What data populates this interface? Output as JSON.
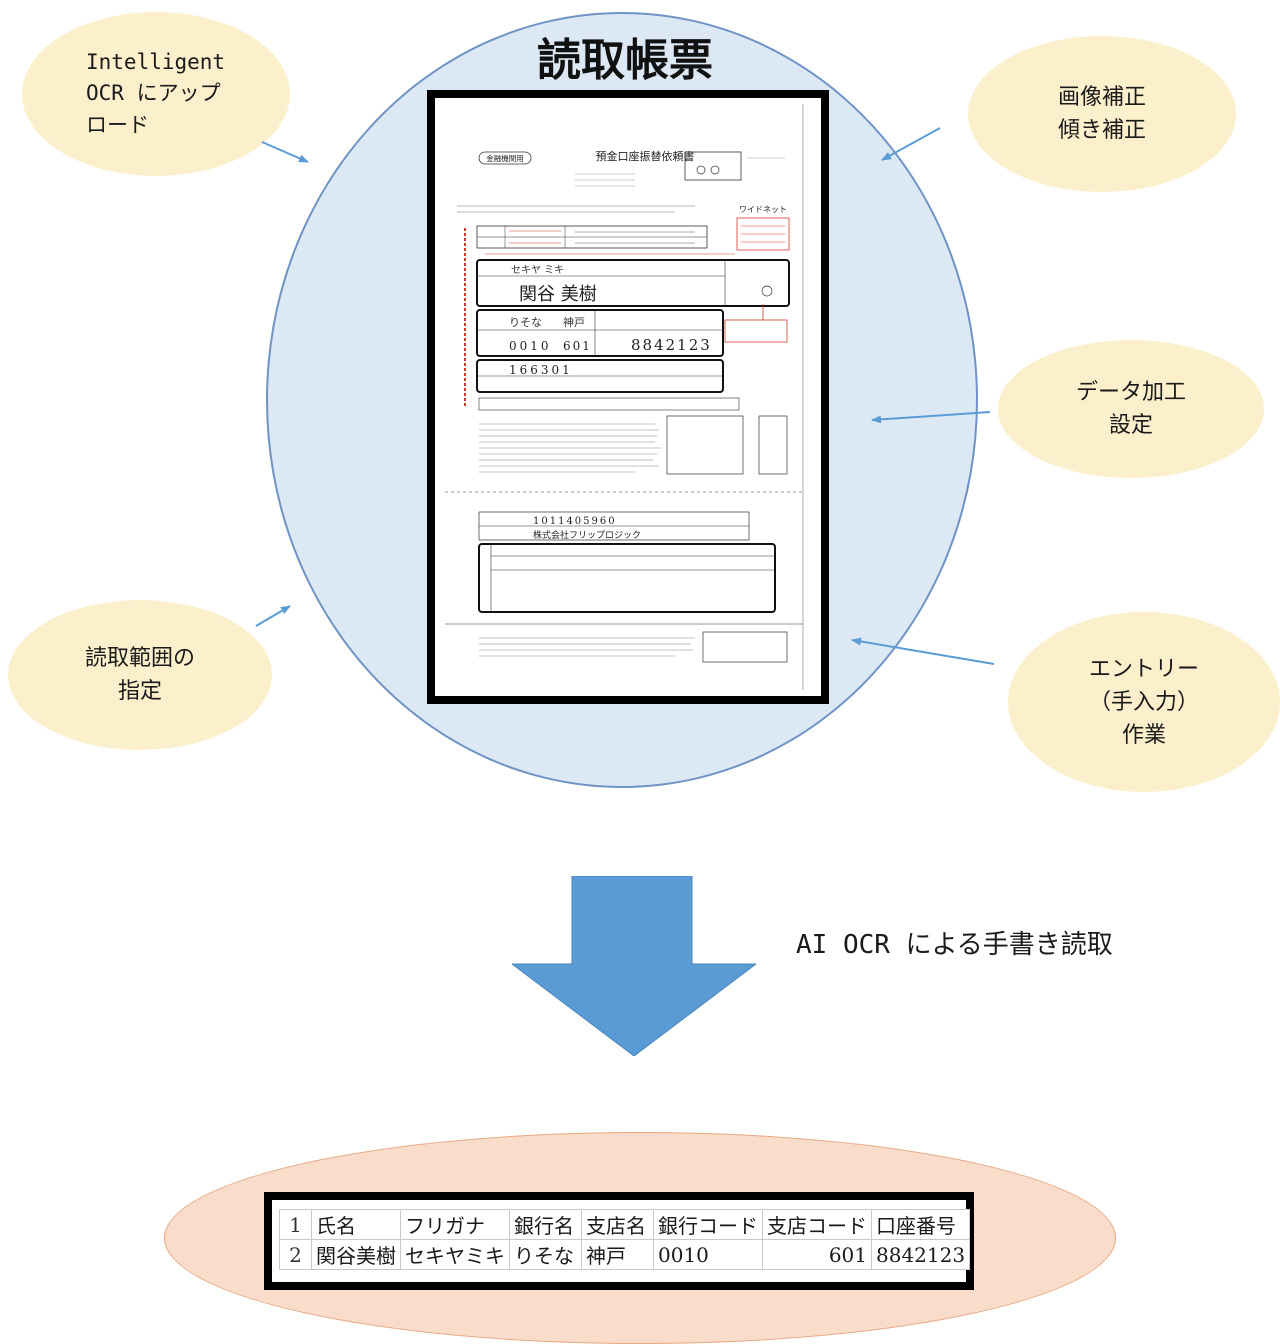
{
  "title": "読取帳票",
  "bubbles": {
    "upload": [
      "Intelligent",
      "OCR にアップ",
      "ロード"
    ],
    "correction": [
      "画像補正",
      "傾き補正"
    ],
    "data_setting": [
      "データ加工",
      "設定"
    ],
    "range": [
      "読取範囲の",
      "指定"
    ],
    "entry": [
      "エントリー",
      "（手入力）",
      "作業"
    ]
  },
  "arrow_label": "AI OCR による手書き読取",
  "form": {
    "tag": "金融機関用",
    "title": "預金口座振替依頼書",
    "brand": "ワイドネット",
    "name_kana": "セキヤ ミキ",
    "name": "関谷 美樹",
    "bank": "りそな",
    "branch": "神戸",
    "bank_code": "0010",
    "branch_code": "601",
    "account_no": "8842123",
    "ledger_no": "166301",
    "member_no": "1011405960",
    "company": "株式会社フリップロジック"
  },
  "table": {
    "headers": [
      "氏名",
      "フリガナ",
      "銀行名",
      "支店名",
      "銀行コード",
      "支店コード",
      "口座番号"
    ],
    "rows": [
      [
        "関谷美樹",
        "セキヤミキ",
        "りそな",
        "神戸",
        "0010",
        "601",
        "8842123"
      ]
    ],
    "row_numbers": [
      "1",
      "2"
    ]
  },
  "colors": {
    "circle_fill": "#dde8f5",
    "bubble_fill": "#fbefcc",
    "arrow_blue": "#5b9bd5",
    "ellipse_fill": "#f9dcc9"
  }
}
